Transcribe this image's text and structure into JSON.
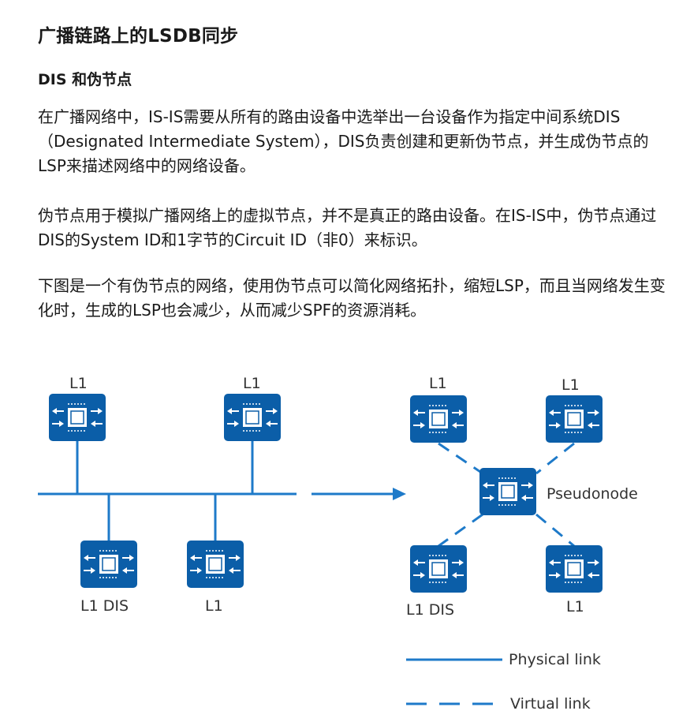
{
  "heading": "广播链路上的LSDB同步",
  "subheading": "DIS 和伪节点",
  "paragraphs": [
    "在广播网络中，IS-IS需要从所有的路由设备中选举出一台设备作为指定中间系统DIS（Designated Intermediate System），DIS负责创建和更新伪节点，并生成伪节点的LSP来描述网络中的网络设备。",
    "伪节点用于模拟广播网络上的虚拟节点，并不是真正的路由设备。在IS-IS中，伪节点通过DIS的System ID和1字节的Circuit ID（非0）来标识。",
    "下图是一个有伪节点的网络，使用伪节点可以简化网络拓扑，缩短LSP，而且当网络发生变化时，生成的LSP也会减少，从而减少SPF的资源消耗。"
  ],
  "diagram": {
    "left_nodes": {
      "top_left": "L1",
      "top_right": "L1",
      "bottom_left": "L1 DIS",
      "bottom_right": "L1"
    },
    "right_nodes": {
      "top_left": "L1",
      "top_right": "L1",
      "center": "Pseudonode",
      "bottom_left": "L1 DIS",
      "bottom_right": "L1"
    },
    "legend": {
      "physical": "Physical link",
      "virtual": "Virtual link"
    },
    "colors": {
      "router": "#0b5ea8",
      "link": "#1e7ac9",
      "chip": "#ffffff"
    }
  }
}
